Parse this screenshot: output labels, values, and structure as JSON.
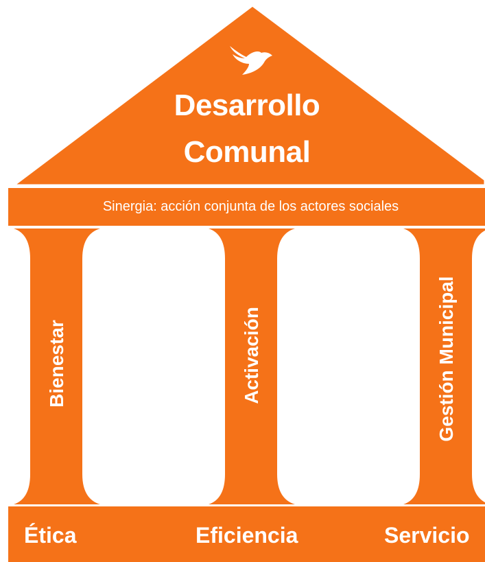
{
  "colors": {
    "primary": "#f57218",
    "text": "#ffffff"
  },
  "roof": {
    "icon": "dove-icon",
    "title_line1": "Desarrollo",
    "title_line2": "Comunal"
  },
  "beam": {
    "text": "Sinergia: acción conjunta de los actores sociales"
  },
  "pillars": [
    {
      "label": "Bienestar"
    },
    {
      "label": "Activación"
    },
    {
      "label": "Gestión Municipal"
    }
  ],
  "base": [
    {
      "label": "Ética"
    },
    {
      "label": "Eficiencia"
    },
    {
      "label": "Servicio"
    }
  ]
}
